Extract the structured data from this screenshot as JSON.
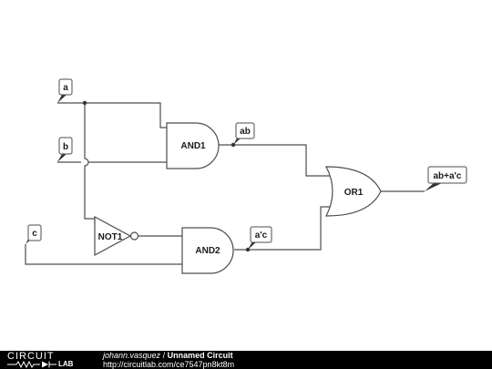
{
  "labels": {
    "a": "a",
    "b": "b",
    "c": "c",
    "ab": "ab",
    "ac": "a'c",
    "out": "ab+a'c"
  },
  "gates": {
    "and1": "AND1",
    "and2": "AND2",
    "not1": "NOT1",
    "or1": "OR1"
  },
  "footer": {
    "logo_top": "CIRCUIT",
    "logo_bottom": "LAB",
    "author": "johann.vasquez",
    "separator": " / ",
    "circuit_name": "Unnamed Circuit",
    "url": "http://circuitlab.com/ce7547pn8kt8m"
  },
  "colors": {
    "wire": "#4d4d4d",
    "background": "#ffffff",
    "footer_bg": "#000000",
    "footer_text": "#ffffff"
  }
}
